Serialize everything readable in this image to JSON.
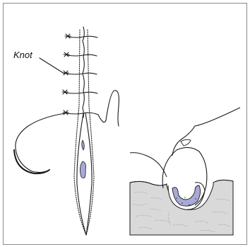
{
  "labels": {
    "knot": "Knot"
  },
  "colors": {
    "ink": "#1a1a1a",
    "skin": "#d9d9d9",
    "skin_crack": "#9a9a9a",
    "wound_fill": "#a9a9d6",
    "frame_border": "#8a8a8a",
    "background": "#ffffff"
  },
  "illustrations": [
    "running-suture-closure",
    "suture-needle-cross-section"
  ]
}
